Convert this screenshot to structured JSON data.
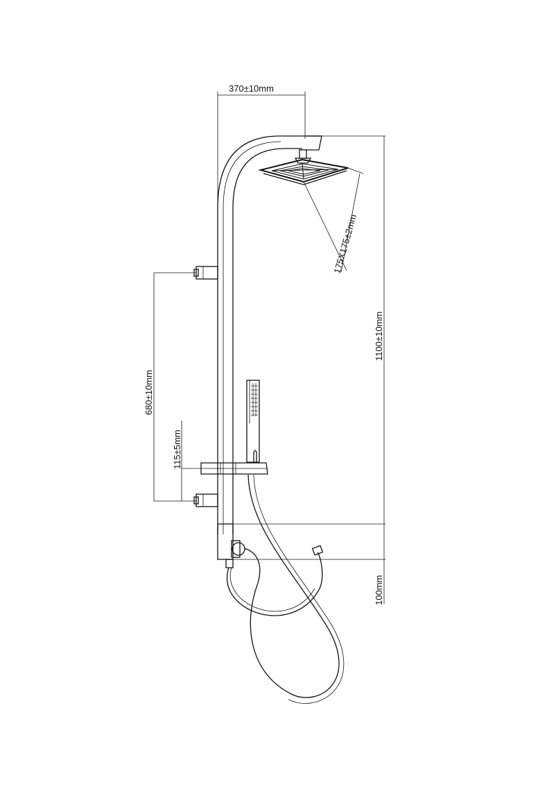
{
  "dimensions": {
    "width_label": "370±10mm",
    "head_label": "175X175±2mm",
    "height_label": "1100±10mm",
    "spacing_label": "680±10mm",
    "holder_label": "115±5mm",
    "base_label": "100mm"
  },
  "colors": {
    "line": "#111111",
    "background": "#ffffff"
  }
}
